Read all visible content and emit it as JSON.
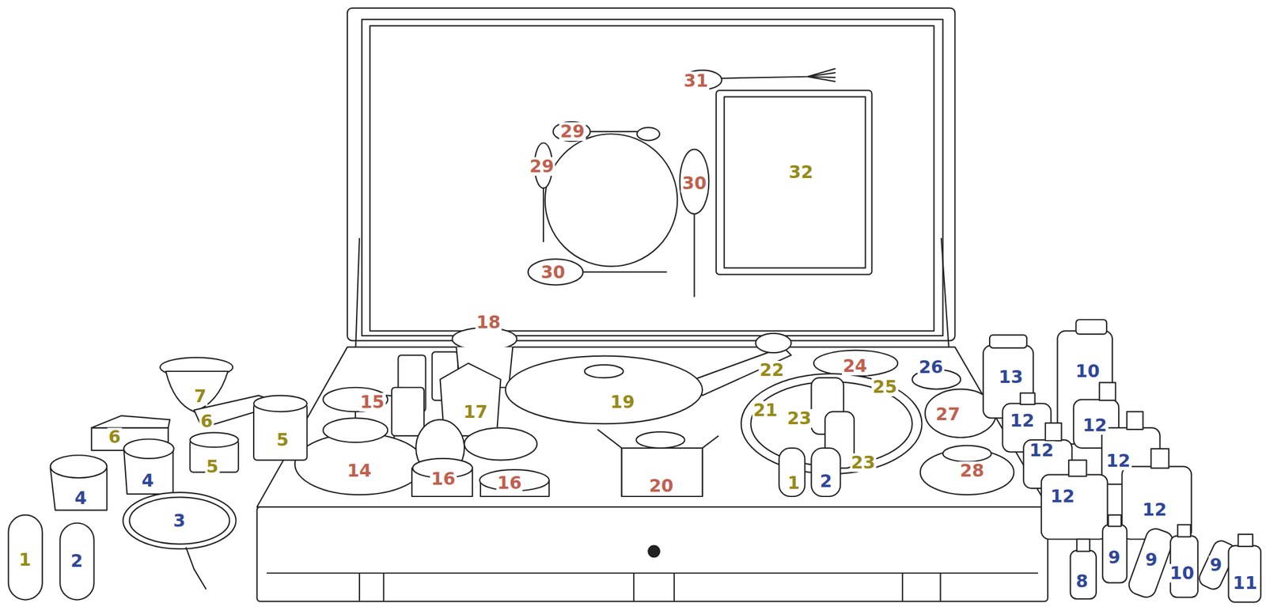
{
  "diagram": {
    "labels": [
      "31",
      "29",
      "32",
      "29",
      "30",
      "30",
      "18",
      "24",
      "26",
      "22",
      "13",
      "10",
      "25",
      "7",
      "19",
      "15",
      "21",
      "27",
      "23",
      "12",
      "6",
      "17",
      "12",
      "6",
      "5",
      "12",
      "12",
      "23",
      "5",
      "14",
      "28",
      "16",
      "16",
      "20",
      "1",
      "2",
      "4",
      "4",
      "12",
      "12",
      "3",
      "1",
      "2",
      "9",
      "9",
      "10",
      "9",
      "8",
      "11"
    ]
  }
}
